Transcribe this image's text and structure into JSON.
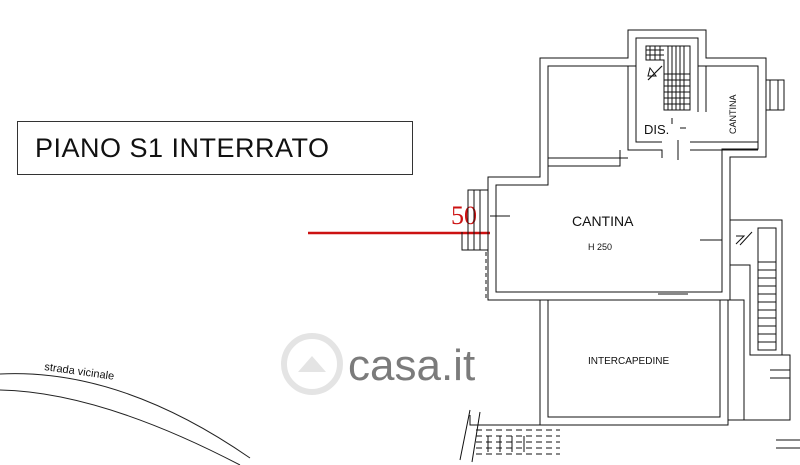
{
  "title": "PIANO S1 INTERRATO",
  "marker": {
    "value": "50",
    "color": "#cc1111"
  },
  "rooms": {
    "cantina_main": "CANTINA",
    "cantina_height": "H 250",
    "cantina_small": "CANTINA",
    "dis": "DIS.",
    "intercapedine": "INTERCAPEDINE"
  },
  "road": "strada vicinale",
  "watermark": "casa.it",
  "colors": {
    "wall": "#111111",
    "marker_line": "#cc1111",
    "watermark": "#c9c9c9"
  }
}
